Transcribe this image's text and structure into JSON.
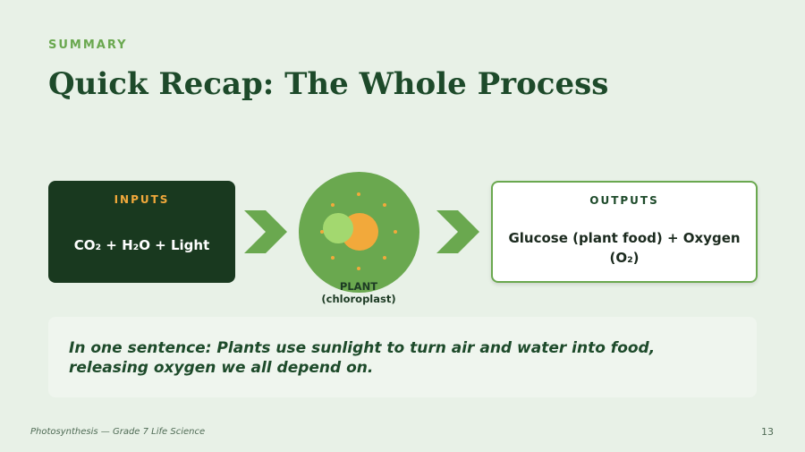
{
  "slide": {
    "eyebrow": "SUMMARY",
    "title": "Quick Recap: The Whole Process"
  },
  "inputs": {
    "heading": "INPUTS",
    "body": "CO₂  +  H₂O  +  Light"
  },
  "plant": {
    "label_line1": "PLANT",
    "label_line2": "(chloroplast)"
  },
  "outputs": {
    "heading": "OUTPUTS",
    "body": "Glucose (plant food)  +  Oxygen (O₂)"
  },
  "callout": {
    "text": "In one sentence: Plants use sunlight to turn air and water into food, releasing oxygen we all depend on."
  },
  "footer": {
    "course": "Photosynthesis — Grade 7 Life Science",
    "page_number": "13"
  },
  "colors": {
    "accent_green": "#6aa84f",
    "dark_green": "#19391f",
    "sun_orange": "#f2a93b",
    "chloroplast_light": "#a3d86f"
  },
  "icons": [
    "chevron-right-icon",
    "chloroplast-icon"
  ]
}
